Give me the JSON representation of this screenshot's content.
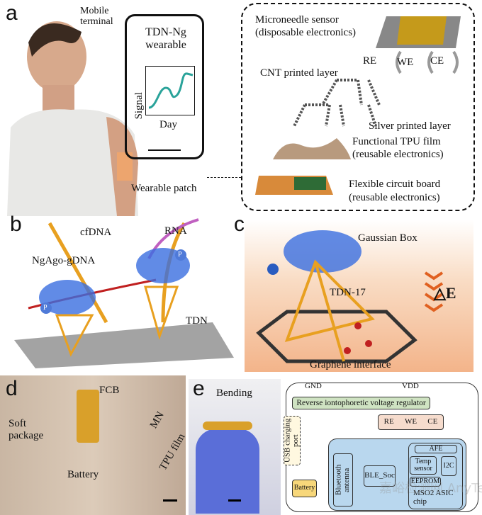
{
  "panel_a": {
    "letter": "a",
    "mobile_terminal": "Mobile terminal",
    "phone_title": "TDN-Ng wearable",
    "y_axis": "Signal",
    "x_axis": "Day",
    "wearable_patch": "Wearable patch",
    "layers": {
      "microneedle": "Microneedle sensor",
      "microneedle_sub": "(disposable electronics)",
      "re": "RE",
      "we": "WE",
      "ce": "CE",
      "cnt": "CNT printed layer",
      "silver": "Silver printed layer",
      "tpu": "Functional TPU film",
      "tpu_sub": "(reusable electronics)",
      "fcb": "Flexible circuit board",
      "fcb_sub": "(reusable electronics)"
    }
  },
  "panel_b": {
    "letter": "b",
    "cfdna": "cfDNA",
    "rna": "RNA",
    "ngago": "NgAgo-gDNA",
    "tdn": "TDN",
    "p1": "P",
    "p2": "P"
  },
  "panel_c": {
    "letter": "c",
    "gaussian": "Gaussian Box",
    "tdn17": "TDN-17",
    "delta_e": "△E",
    "graphene": "Graphene interface"
  },
  "panel_d": {
    "letter": "d",
    "fcb": "FCB",
    "mn": "MN",
    "soft_package": "Soft package",
    "tpu_film": "TPU film",
    "battery": "Battery"
  },
  "panel_e": {
    "letter": "e",
    "bending": "Bending",
    "gnd": "GND",
    "vdd": "VDD",
    "regulator": "Reverse iontophoretic voltage regulator",
    "re": "RE",
    "we": "WE",
    "ce": "CE",
    "usb": "USB charging port",
    "battery": "Battery",
    "bluetooth": "Bluetooth antenna",
    "ble": "BLE_Soc",
    "afe": "AFE",
    "temp": "Temp sensor",
    "i2c": "I2C",
    "eeprom": "EEPROM",
    "asic": "MSO2 ASIC chip"
  },
  "watermark": "嘉峪检测网 AnyTesting.com",
  "colors": {
    "regulator": "#cfe3c2",
    "electrodes": "#f6dccd",
    "chip_bg": "#b9d7ee",
    "battery": "#f7d77a",
    "panel_c_bg": "#f6c9a6",
    "curve": "#2aa39a"
  }
}
